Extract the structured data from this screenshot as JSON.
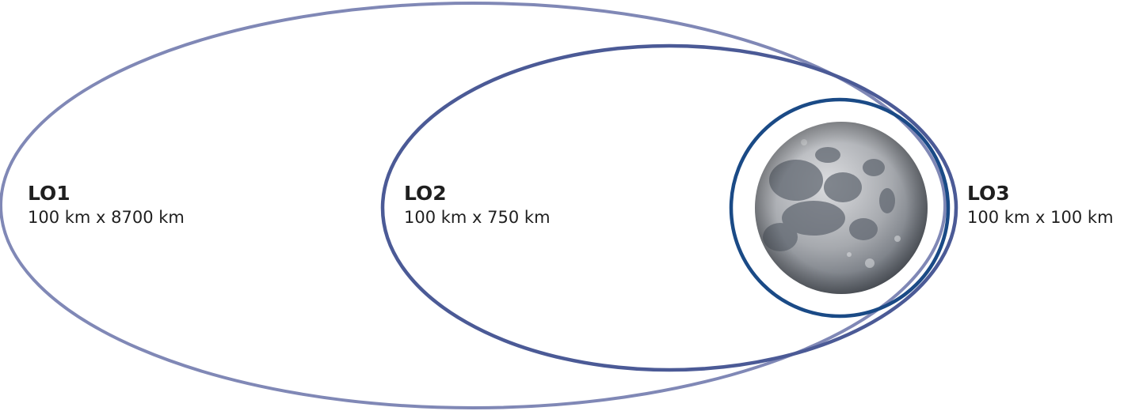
{
  "colors": {
    "background": "#ffffff",
    "lo1_orbit": "#8088b6",
    "lo2_orbit": "#4b5a96",
    "lo3_orbit": "#1a4a86",
    "moon_highlight": "#dcdde0",
    "moon_base": "#a6a9ae",
    "moon_dark": "#5c626b",
    "moon_mare": "#626872",
    "text": "#1f1f1f"
  },
  "orbits": [
    {
      "id": "LO1",
      "name": "LO1",
      "dimensions": "100 km x 8700 km"
    },
    {
      "id": "LO2",
      "name": "LO2",
      "dimensions": "100 km x 750 km"
    },
    {
      "id": "LO3",
      "name": "LO3",
      "dimensions": "100 km x 100 km"
    }
  ],
  "body": {
    "name": "moon"
  }
}
